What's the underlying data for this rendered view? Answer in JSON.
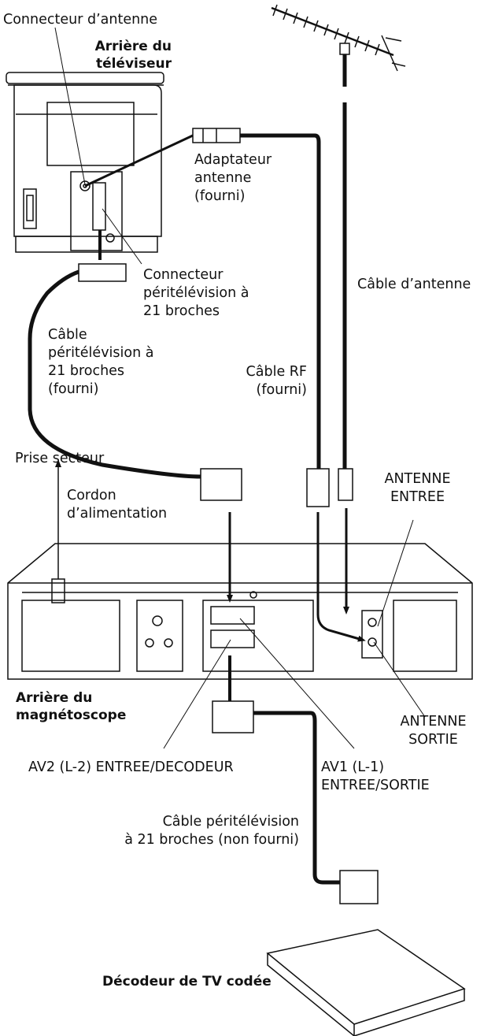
{
  "labels": {
    "antenna_connector": "Connecteur d’antenne",
    "tv_rear_1": "Arrière du",
    "tv_rear_2": "téléviseur",
    "adapter_1": "Adaptateur",
    "adapter_2": "antenne",
    "adapter_3": "(fourni)",
    "scart_conn_1": "Connecteur",
    "scart_conn_2": "péritélévision à",
    "scart_conn_3": "21 broches",
    "antenna_cable": "Câble d’antenne",
    "scart_cable_1": "Câble",
    "scart_cable_2": "péritélévision à",
    "scart_cable_3": "21 broches",
    "scart_cable_4": "(fourni)",
    "rf_cable_1": "Câble RF",
    "rf_cable_2": "(fourni)",
    "mains": "Prise secteur",
    "power_cord_1": "Cordon",
    "power_cord_2": "d’alimentation",
    "antenna_in_1": "ANTENNE",
    "antenna_in_2": "ENTREE",
    "vcr_rear_1": "Arrière du",
    "vcr_rear_2": "magnétoscope",
    "antenna_out_1": "ANTENNE",
    "antenna_out_2": "SORTIE",
    "av2": "AV2 (L-2) ENTREE/DECODEUR",
    "av1_1": "AV1 (L-1)",
    "av1_2": "ENTREE/SORTIE",
    "scart_nf_1": "Câble péritélévision",
    "scart_nf_2": "à 21 broches (non fourni)",
    "decoder": "Décodeur de TV codée"
  }
}
